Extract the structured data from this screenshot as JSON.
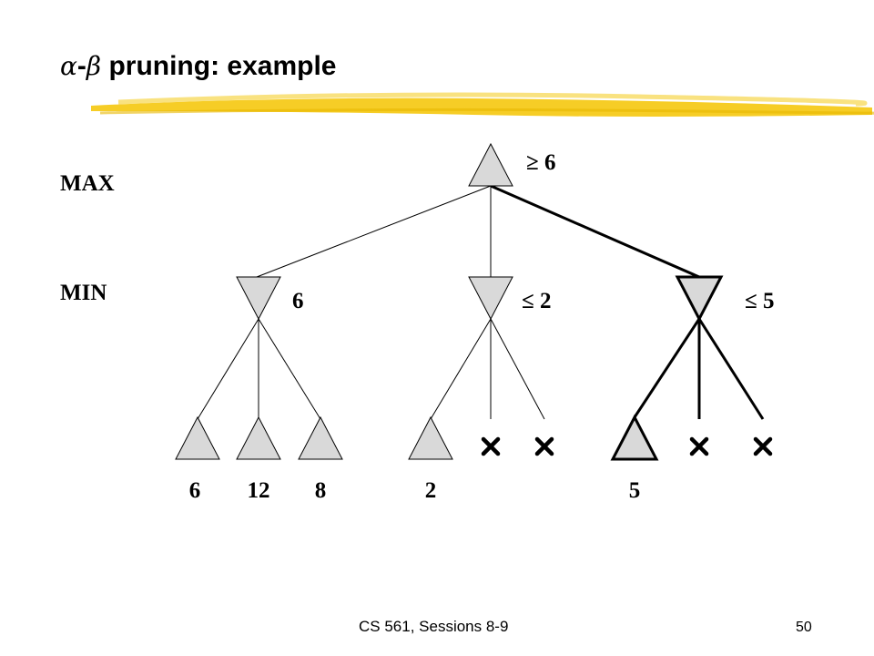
{
  "slide": {
    "title_alpha": "α",
    "title_dash": "-",
    "title_beta": "β",
    "title_rest": " pruning: example",
    "level_max": "MAX",
    "level_min": "MIN",
    "footer": "CS 561,  Sessions 8-9",
    "page_number": "50"
  },
  "tree": {
    "root_value": "≥ 6",
    "min_values": [
      "6",
      "≤ 2",
      "≤ 5"
    ],
    "leaf_values": [
      "6",
      "12",
      "8",
      "2",
      "5"
    ],
    "pruned_icon": "cross-icon"
  },
  "colors": {
    "node_fill": "#d9d9d9",
    "highlight": "#f5c400",
    "text": "#000000"
  }
}
